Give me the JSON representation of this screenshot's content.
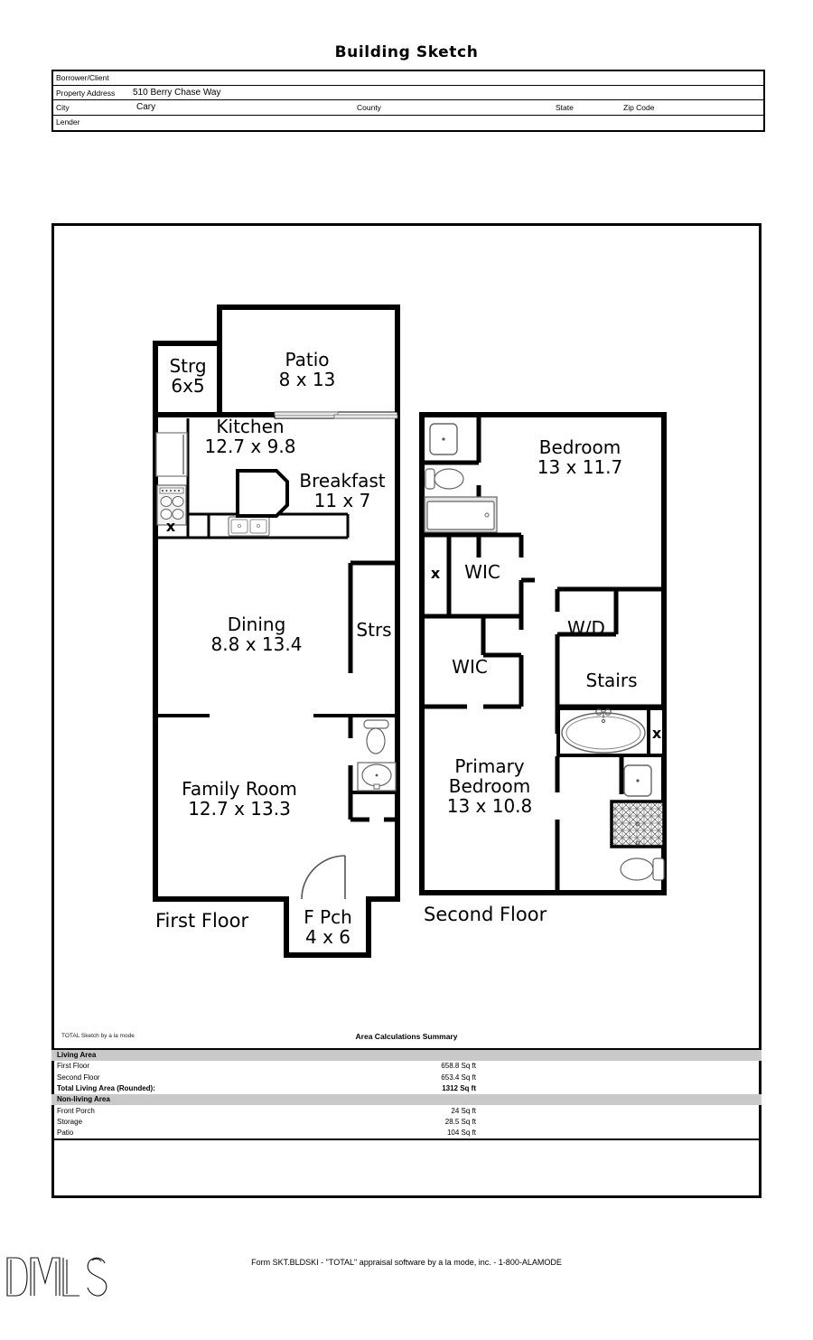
{
  "page": {
    "title": "Building Sketch"
  },
  "header": {
    "rows": [
      {
        "label": "Borrower/Client",
        "value": ""
      },
      {
        "label": "Property Address",
        "value": "510 Berry Chase Way"
      },
      {
        "label": "City",
        "value": "Cary"
      },
      {
        "label": "Lender",
        "value": ""
      }
    ],
    "city_row": {
      "city_label": "City",
      "city_value": "Cary",
      "county_label": "County",
      "county_value": "",
      "state_label": "State",
      "state_value": "",
      "zip_label": "Zip Code",
      "zip_value": ""
    }
  },
  "floorplan": {
    "first_floor": {
      "name": "First Floor",
      "rooms": [
        {
          "name": "Strg",
          "dims": "6x5"
        },
        {
          "name": "Patio",
          "dims": "8 x 13"
        },
        {
          "name": "Kitchen",
          "dims": "12.7 x 9.8"
        },
        {
          "name": "Breakfast",
          "dims": "11 x 7"
        },
        {
          "name": "Dining",
          "dims": "8.8 x 13.4"
        },
        {
          "name": "Strs",
          "dims": ""
        },
        {
          "name": "Family Room",
          "dims": "12.7 x 13.3"
        },
        {
          "name": "F Pch",
          "dims": "4 x 6"
        }
      ],
      "markers": [
        "x",
        "x"
      ],
      "fixtures": [
        "refrigerator",
        "range",
        "kitchen-island",
        "double-sink",
        "toilet",
        "vanity-sink",
        "sliding-door",
        "entry-door"
      ]
    },
    "second_floor": {
      "name": "Second Floor",
      "rooms": [
        {
          "name": "Bedroom",
          "dims": "13 x 11.7"
        },
        {
          "name": "WIC",
          "dims": ""
        },
        {
          "name": "WIC",
          "dims": ""
        },
        {
          "name": "W/D",
          "dims": ""
        },
        {
          "name": "Stairs",
          "dims": ""
        },
        {
          "name": "Primary Bedroom",
          "dims": "13 x 10.8"
        }
      ],
      "markers": [
        "x",
        "x"
      ],
      "fixtures": [
        "sink",
        "toilet",
        "bathtub",
        "garden-tub",
        "vanity-sink",
        "tiled-shower",
        "toilet"
      ]
    }
  },
  "area_summary": {
    "credit": "TOTAL Sketch by a la mode",
    "title": "Area Calculations Summary",
    "sections": [
      {
        "heading": "Living Area",
        "rows": [
          {
            "label": "First Floor",
            "value": "658.8 Sq ft",
            "total": false
          },
          {
            "label": "Second Floor",
            "value": "653.4 Sq ft",
            "total": false
          },
          {
            "label": "Total Living Area (Rounded):",
            "value": "1312 Sq ft",
            "total": true
          }
        ]
      },
      {
        "heading": "Non-living Area",
        "rows": [
          {
            "label": "Front Porch",
            "value": "24 Sq ft",
            "total": false
          },
          {
            "label": "Storage",
            "value": "28.5 Sq ft",
            "total": false
          },
          {
            "label": "Patio",
            "value": "104 Sq ft",
            "total": false
          }
        ]
      }
    ]
  },
  "footer": {
    "note": "Form SKT.BLDSKI - \"TOTAL\" appraisal software by a la mode, inc. - 1-800-ALAMODE",
    "logo_text": "DMLS"
  }
}
